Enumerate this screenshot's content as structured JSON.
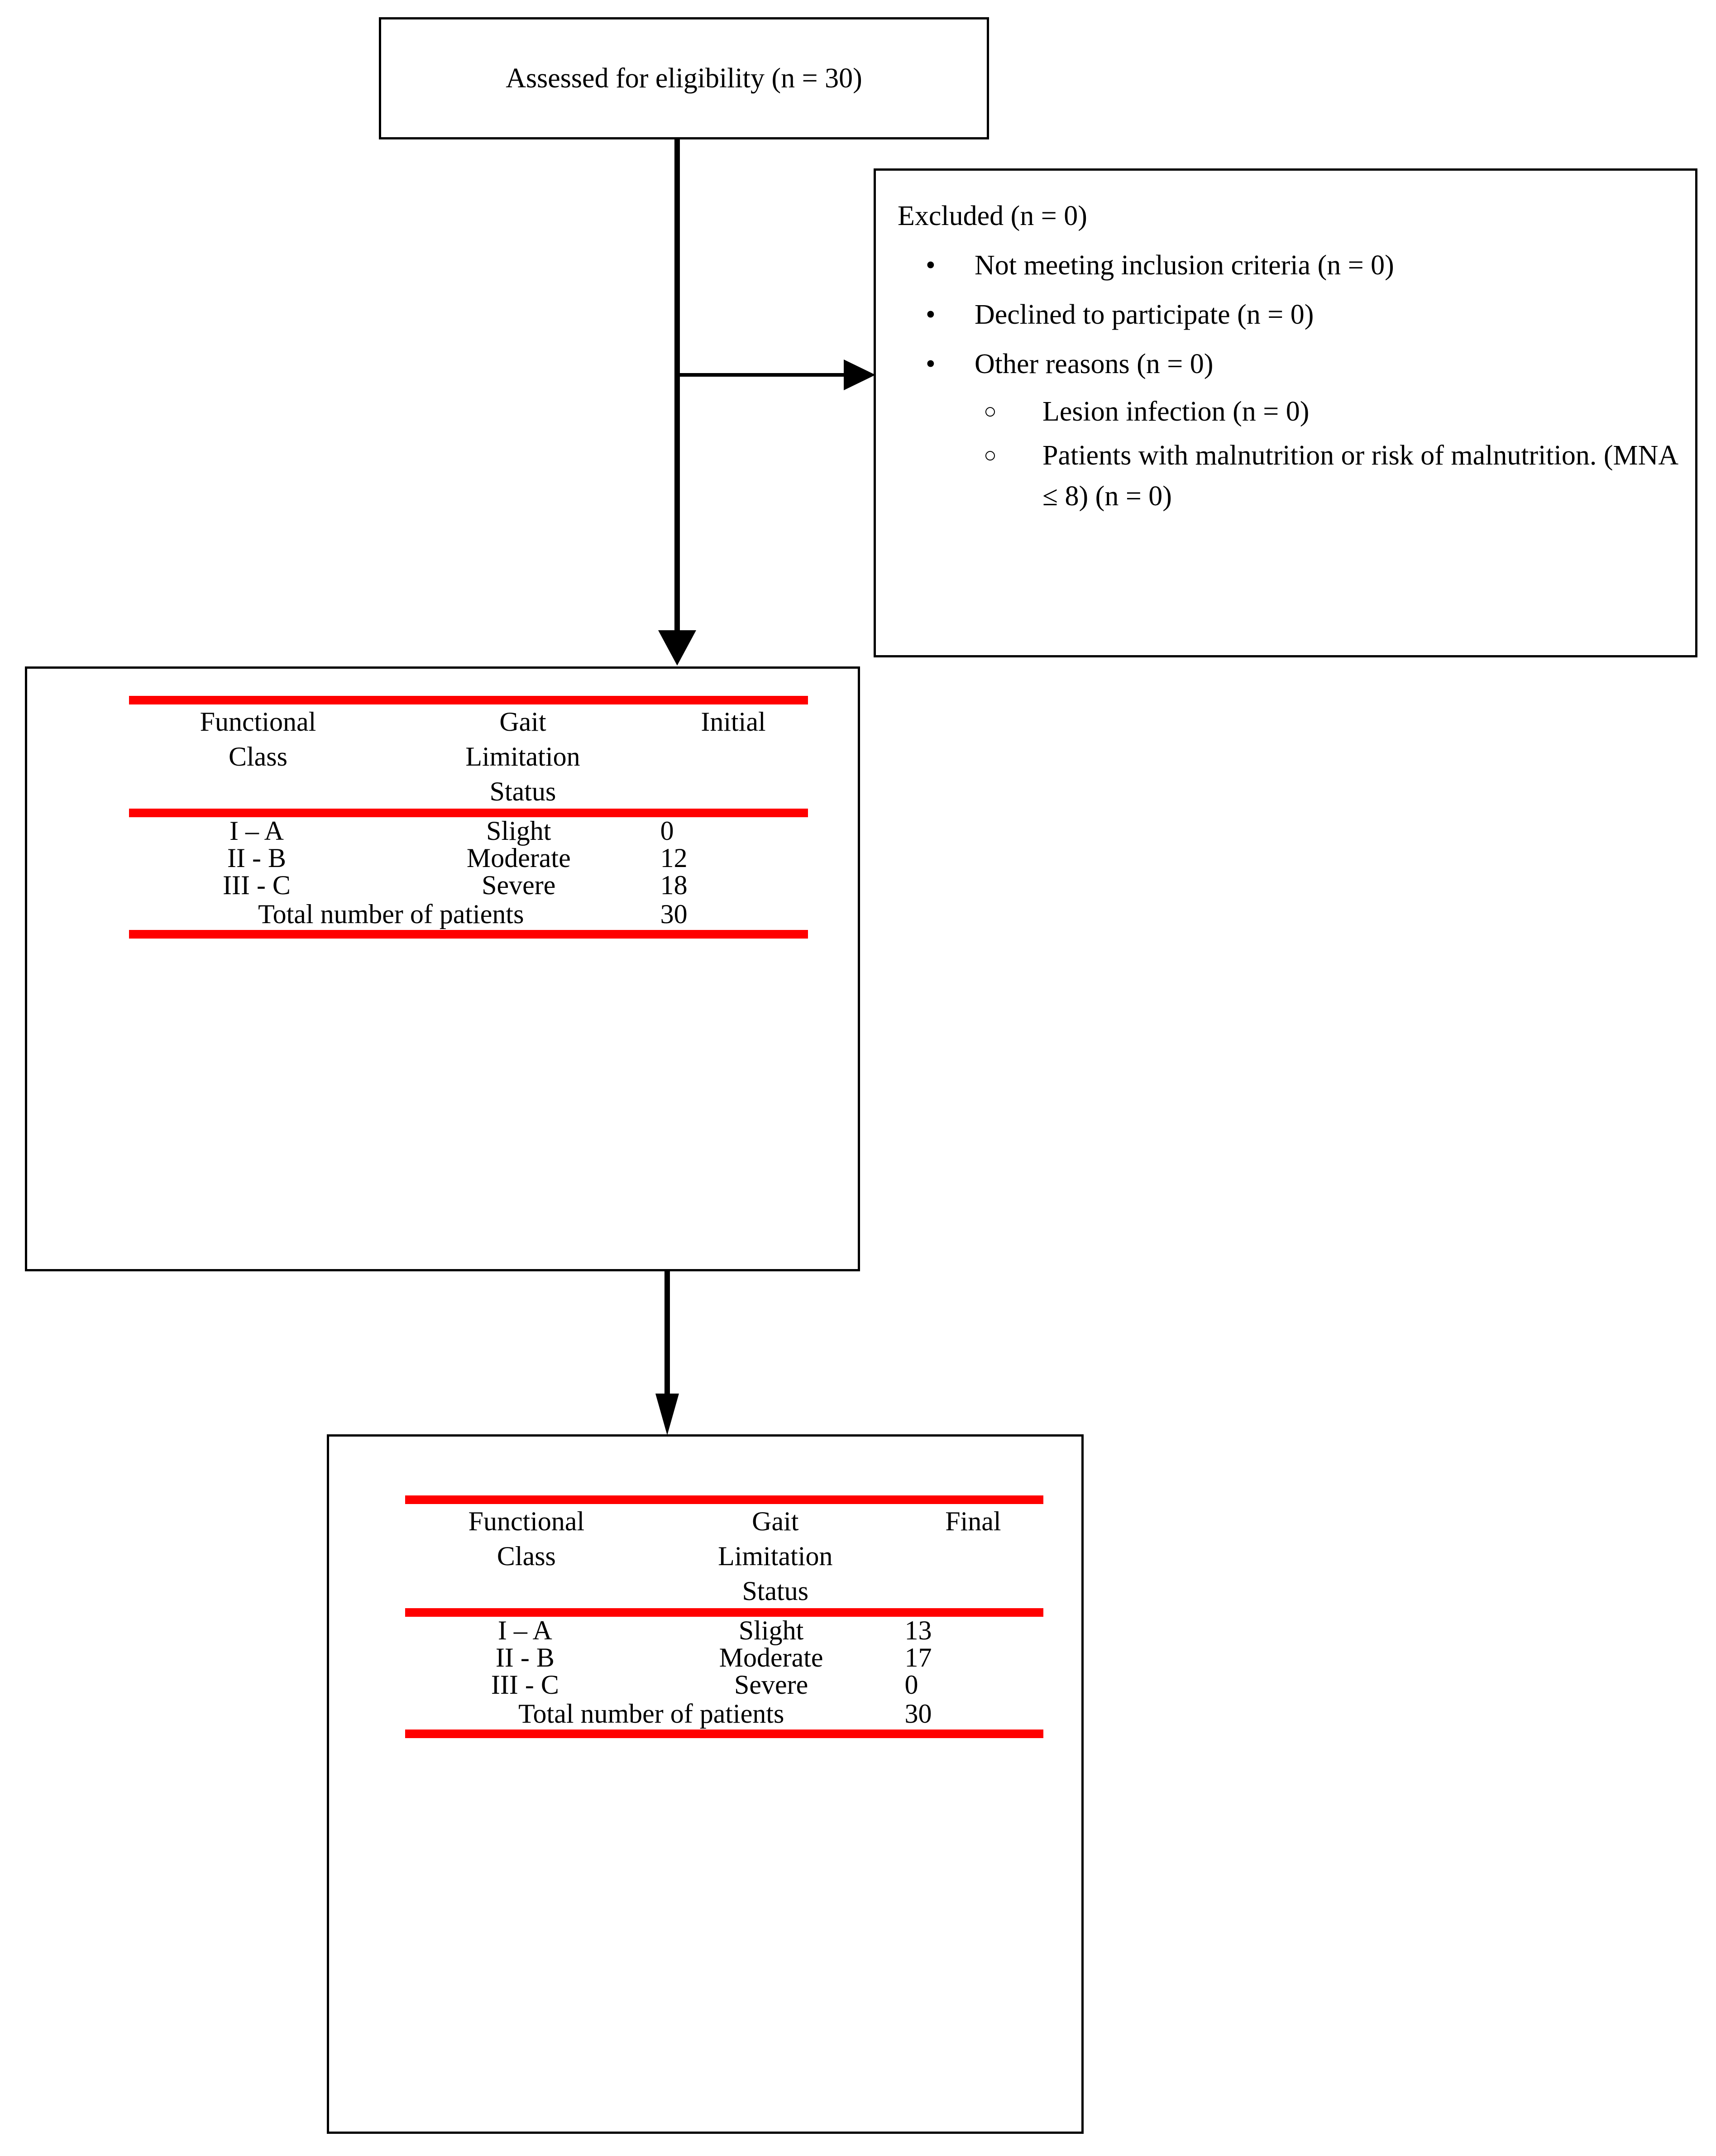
{
  "flowchart": {
    "eligibility": {
      "text": "Assessed for eligibility (n = 30)"
    },
    "excluded": {
      "heading": "Excluded (n = 0)",
      "bullet_glyph": "•",
      "sub_bullet_glyph": "○",
      "items": [
        {
          "text": "Not meeting inclusion criteria (n = 0)",
          "sub": []
        },
        {
          "text": "Declined to participate (n = 0)",
          "sub": []
        },
        {
          "text": "Other reasons (n = 0)",
          "sub": [
            "Lesion infection (n = 0)",
            "Patients with malnutrition or risk of malnutrition. (MNA ≤ 8) (n = 0)"
          ]
        }
      ]
    }
  },
  "colors": {
    "rule": "#FF0000",
    "border": "#000000",
    "text": "#000000"
  },
  "tables": {
    "initial": {
      "headers": {
        "col1_line1": "Functional",
        "col1_line2": "Class",
        "col2_line1": "Gait",
        "col2_line2": "Limitation",
        "col2_line3": "Status",
        "col3": "Initial"
      },
      "rows": [
        {
          "class": "I – A",
          "status": "Slight",
          "count": "0"
        },
        {
          "class": "II - B",
          "status": "Moderate",
          "count": "12"
        },
        {
          "class": "III - C",
          "status": "Severe",
          "count": "18"
        }
      ],
      "total_label": "Total number of patients",
      "total_value": "30"
    },
    "final": {
      "headers": {
        "col1_line1": "Functional",
        "col1_line2": "Class",
        "col2_line1": "Gait",
        "col2_line2": "Limitation",
        "col2_line3": "Status",
        "col3": "Final"
      },
      "rows": [
        {
          "class": "I – A",
          "status": "Slight",
          "count": "13"
        },
        {
          "class": "II - B",
          "status": "Moderate",
          "count": "17"
        },
        {
          "class": "III - C",
          "status": "Severe",
          "count": "0"
        }
      ],
      "total_label": "Total number of patients",
      "total_value": "30"
    }
  },
  "chart_data": {
    "type": "table",
    "title": "CONSORT-style participant flow with functional class distribution",
    "categories": [
      "I – A (Slight)",
      "II - B (Moderate)",
      "III - C (Severe)"
    ],
    "series": [
      {
        "name": "Initial",
        "values": [
          0,
          12,
          18
        ]
      },
      {
        "name": "Final",
        "values": [
          13,
          17,
          0
        ]
      }
    ],
    "totals": {
      "Initial": 30,
      "Final": 30
    },
    "assessed_for_eligibility": 30,
    "excluded_total": 0,
    "excluded_reasons": {
      "Not meeting inclusion criteria": 0,
      "Declined to participate": 0,
      "Other reasons": 0,
      "Lesion infection": 0,
      "Patients with malnutrition or risk of malnutrition (MNA ≤ 8)": 0
    }
  }
}
